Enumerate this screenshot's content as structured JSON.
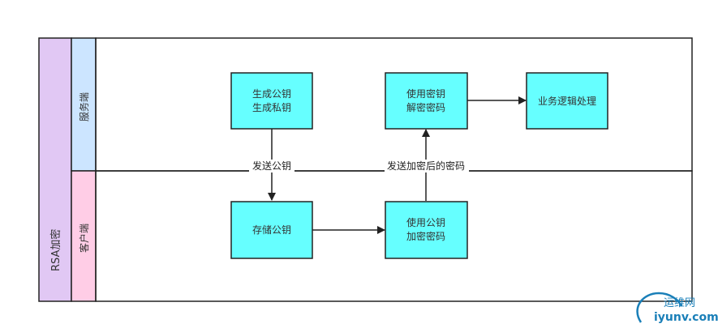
{
  "colors": {
    "pool_header": "#e1c8f4",
    "server_lane": "#cce5ff",
    "client_lane": "#ffcde6",
    "process_fill": "#66ffff",
    "border": "#222222",
    "watermark": "#1a7fb8"
  },
  "pool": {
    "title": "RSA加密"
  },
  "lanes": [
    {
      "id": "server",
      "label": "服务端"
    },
    {
      "id": "client",
      "label": "客户端"
    }
  ],
  "nodes": [
    {
      "id": "gen",
      "lines": [
        "生成公钥",
        "生成私钥"
      ]
    },
    {
      "id": "use-priv",
      "lines": [
        "使用密钥",
        "解密密码"
      ]
    },
    {
      "id": "biz",
      "lines": [
        "业务逻辑处理"
      ]
    },
    {
      "id": "store",
      "lines": [
        "存储公钥"
      ]
    },
    {
      "id": "use-pub",
      "lines": [
        "使用公钥",
        "加密密码"
      ]
    }
  ],
  "edges": [
    {
      "from": "gen",
      "to": "store",
      "label": "发送公钥"
    },
    {
      "from": "store",
      "to": "use-pub",
      "label": ""
    },
    {
      "from": "use-pub",
      "to": "use-priv",
      "label": "发送加密后的密码"
    },
    {
      "from": "use-priv",
      "to": "biz",
      "label": ""
    }
  ],
  "watermark": {
    "cn": "运维网",
    "url": "iyunv.com"
  }
}
